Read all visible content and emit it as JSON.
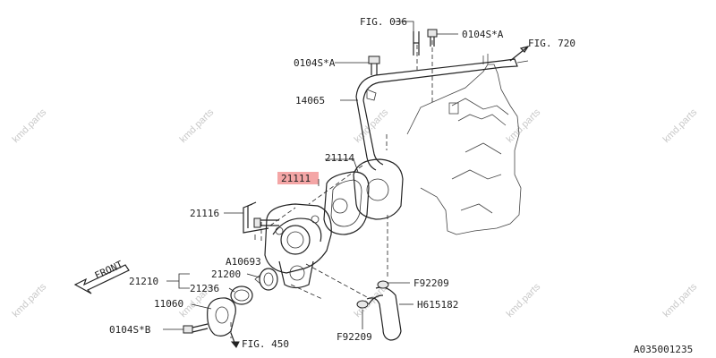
{
  "diagram": {
    "callouts": {
      "fig036": "FIG. 036",
      "fig720": "FIG. 720",
      "fig450": "FIG. 450",
      "bolt_top": "0104S*A",
      "bolt_left": "0104S*A",
      "bolt_bottom": "0104S*B",
      "p14065": "14065",
      "p21114": "21114",
      "p21111": "21111",
      "p21116": "21116",
      "pA10693": "A10693",
      "p21210": "21210",
      "p21200": "21200",
      "p21236": "21236",
      "p11060": "11060",
      "pF92209_a": "F92209",
      "pH615182": "H615182",
      "pF92209_b": "F92209",
      "front": "FRONT",
      "code": "A035001235"
    },
    "highlight_color": "#f4a6a6",
    "watermark": "kmd.parts"
  }
}
